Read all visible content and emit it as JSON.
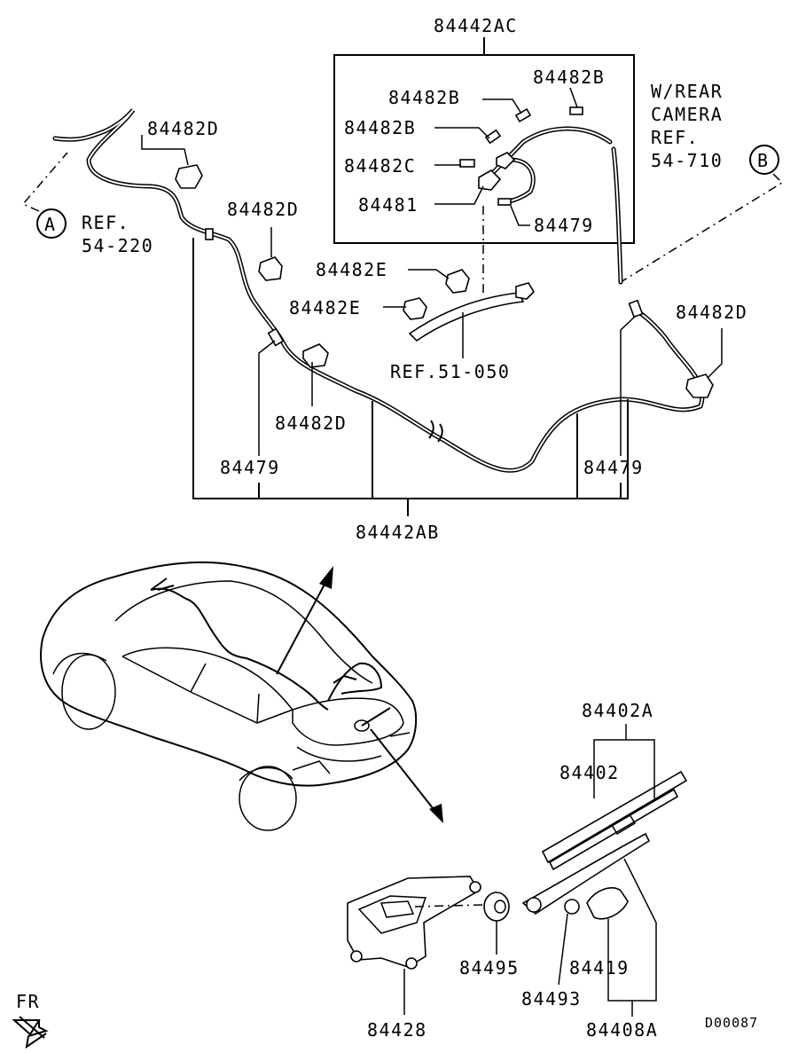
{
  "diagram": {
    "labels": {
      "p84442AC": "84442AC",
      "p84482B_a": "84482B",
      "p84482B_b": "84482B",
      "p84482B_c": "84482B",
      "p84482C": "84482C",
      "p84481": "84481",
      "p84479_top": "84479",
      "p84482D_a": "84482D",
      "p84482D_b": "84482D",
      "p84482D_c": "84482D",
      "p84482D_d": "84482D",
      "p84482E_a": "84482E",
      "p84482E_b": "84482E",
      "p84479_left": "84479",
      "p84479_right": "84479",
      "p84442AB": "84442AB",
      "p84402A": "84402A",
      "p84402": "84402",
      "p84495": "84495",
      "p84493": "84493",
      "p84419": "84419",
      "p84408A": "84408A",
      "p84428": "84428"
    },
    "refs": {
      "ref_a_letter": "A",
      "ref_a_line1": "REF.",
      "ref_a_line2": "54-220",
      "ref_b_letter": "B",
      "camera_line1": "W/REAR",
      "camera_line2": "CAMERA",
      "camera_line3": "REF.",
      "camera_line4": "54-710",
      "ref_51_050": "REF.51-050"
    },
    "front_indicator": "FR",
    "drawing_code": "D00087"
  }
}
